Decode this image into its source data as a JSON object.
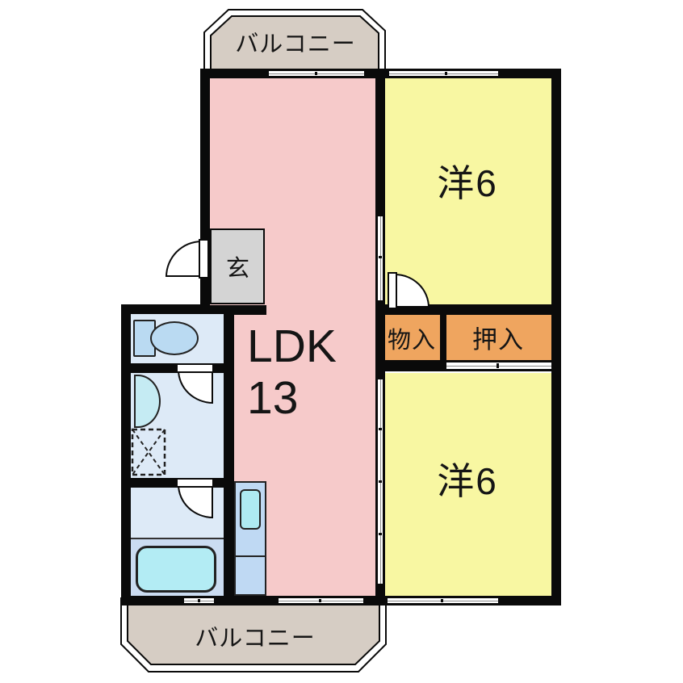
{
  "plan": {
    "type": "apartment-floorplan",
    "labels": {
      "balcony_top": "バルコニー",
      "balcony_bottom": "バルコニー",
      "room_top_right": "洋6",
      "room_bottom_right": "洋6",
      "ldk_name": "LDK",
      "ldk_size": "13",
      "entrance": "玄",
      "storage": "物入",
      "closet": "押入"
    },
    "fixtures": [
      "toilet",
      "wash-basin",
      "washing-machine-pan",
      "bathtub",
      "kitchen-counter",
      "kitchen-sink"
    ],
    "palette": {
      "wall": "#0a0a0a",
      "ldk_pink": "#f6caca",
      "western_yellow": "#f8f7a2",
      "closet_orange": "#efa55f",
      "balcony_tan": "#d6cdc4",
      "entrance_gray": "#d4d4d4",
      "wet_area_blue": "#ddeaf7",
      "bath_floor_blue": "#cbdcf1",
      "fixture_blue": "#badaf2",
      "fixture_cyan": "#b3ecf4"
    }
  }
}
